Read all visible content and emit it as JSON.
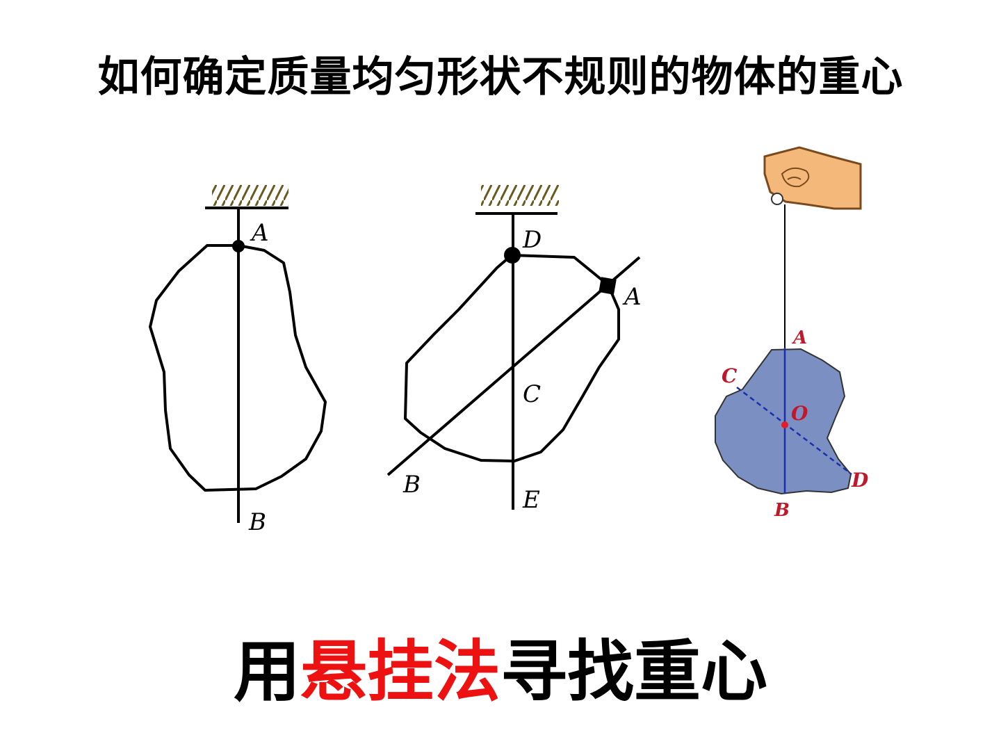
{
  "title": "如何确定质量均匀形状不规则的物体的重心",
  "caption": {
    "prefix": "用",
    "highlight": "悬挂法",
    "suffix": "寻找重心"
  },
  "colors": {
    "highlight": "#ee1111",
    "plate": "#7b8fc2",
    "hand": "#f4b87a",
    "point": "#e51a2b",
    "axis": "#1a2fb0"
  },
  "figures": {
    "fig1": {
      "labels": {
        "top": "A",
        "bottom": "B"
      }
    },
    "fig2": {
      "labels": {
        "top": "D",
        "side": "A",
        "center": "C",
        "lower_left": "B",
        "bottom": "E"
      }
    },
    "fig3": {
      "labels": {
        "top": "A",
        "left": "C",
        "center": "O",
        "right": "D",
        "bottom": "B"
      },
      "icon": "hand-icon"
    }
  }
}
